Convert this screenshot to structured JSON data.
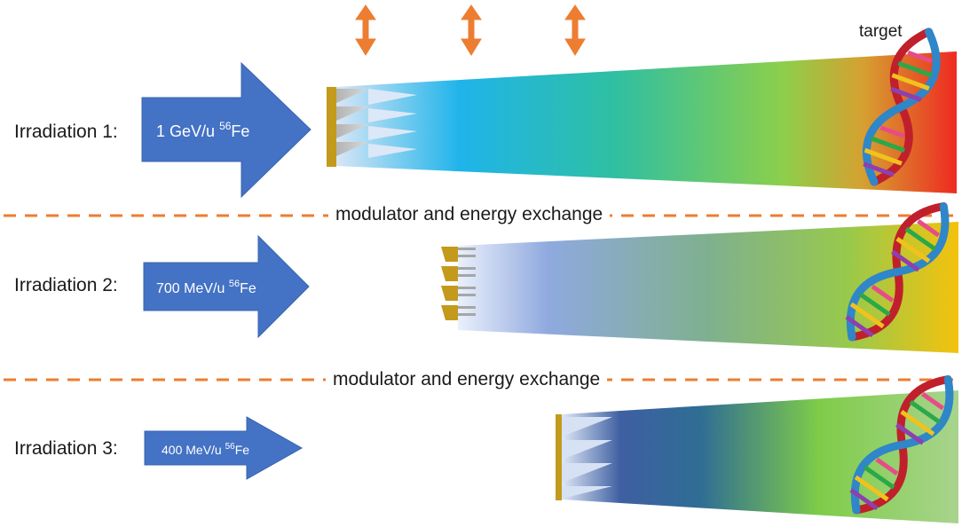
{
  "target_label": "target",
  "separator_label": "modulator and energy exchange",
  "colors": {
    "arrow_blue": "#4472c4",
    "dashed_orange": "#ed7d31",
    "modulator_gold": "#c49a1c",
    "modulator_grey": "#a6a6a6"
  },
  "irradiations": [
    {
      "label": "Irradiation 1:",
      "energy": "1 GeV/u",
      "isotope_mass": "56",
      "element": "Fe"
    },
    {
      "label": "Irradiation 2:",
      "energy": "700 MeV/u",
      "isotope_mass": "56",
      "element": "Fe"
    },
    {
      "label": "Irradiation 3:",
      "energy": "400 MeV/u",
      "isotope_mass": "56",
      "element": "Fe"
    }
  ]
}
